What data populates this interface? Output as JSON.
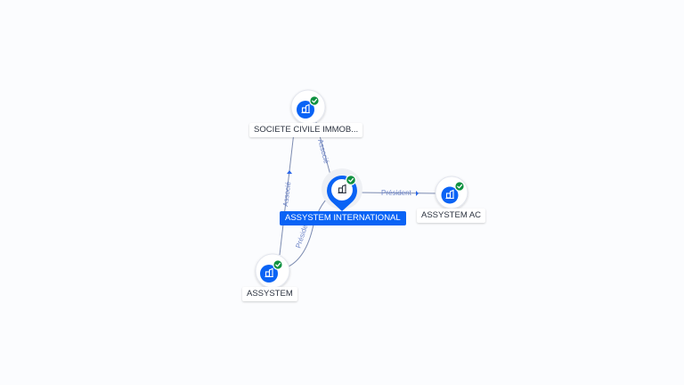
{
  "graph": {
    "nodes": {
      "central": {
        "label": "ASSYSTEM INTERNATIONAL",
        "icon": "building-icon",
        "verified": true
      },
      "sci": {
        "label": "SOCIETE CIVILE IMMOB...",
        "icon": "building-icon",
        "verified": true
      },
      "ac": {
        "label": "ASSYSTEM AC",
        "icon": "building-icon",
        "verified": true
      },
      "assystem": {
        "label": "ASSYSTEM",
        "icon": "building-icon",
        "verified": true
      }
    },
    "edges": {
      "e1": {
        "label": "Associé"
      },
      "e2": {
        "label": "Président"
      },
      "e3": {
        "label": "Associé"
      },
      "e4": {
        "label": "Président"
      }
    }
  },
  "colors": {
    "accent": "#0a63f5",
    "verified": "#0f9140",
    "edge": "#7b8ab0",
    "edge_label": "#6f86c8"
  }
}
